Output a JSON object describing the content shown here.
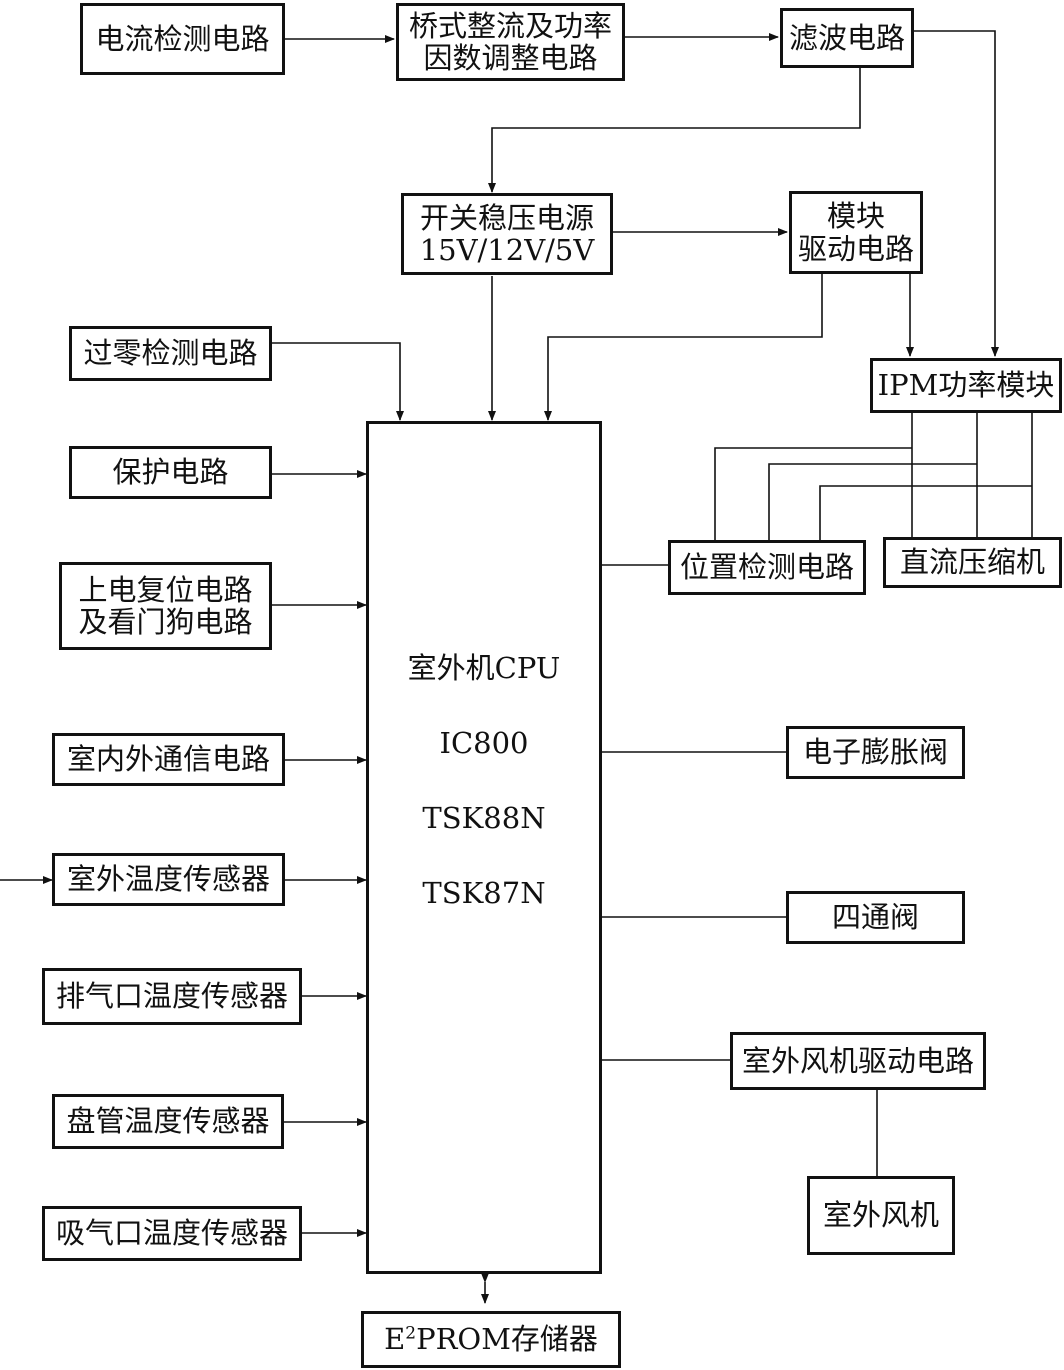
{
  "blocks": {
    "current_detect": "电流检测电路",
    "bridge_pfc_line1": "桥式整流及功率",
    "bridge_pfc_line2": "因数调整电路",
    "filter": "滤波电路",
    "smps_line1": "开关稳压电源",
    "smps_line2": "15V/12V/5V",
    "module_drive_line1": "模块",
    "module_drive_line2": "驱动电路",
    "zero_cross": "过零检测电路",
    "ipm": "IPM功率模块",
    "protection": "保护电路",
    "reset_line1": "上电复位电路",
    "reset_line2": "及看门狗电路",
    "position_detect": "位置检测电路",
    "dc_compressor": "直流压缩机",
    "comm": "室内外通信电路",
    "eev": "电子膨胀阀",
    "outdoor_temp": "室外温度传感器",
    "four_way": "四通阀",
    "exhaust_temp": "排气口温度传感器",
    "fan_drive": "室外风机驱动电路",
    "coil_temp": "盘管温度传感器",
    "outdoor_fan": "室外风机",
    "suction_temp": "吸气口温度传感器",
    "eeprom_pre": "E",
    "eeprom_sup": "2",
    "eeprom_post": "PROM存储器"
  },
  "cpu": {
    "line1": "室外机CPU",
    "line2": "IC800",
    "line3": "TSK88N",
    "line4": "TSK87N"
  },
  "colors": {
    "line": "#111111",
    "background": "#ffffff"
  }
}
